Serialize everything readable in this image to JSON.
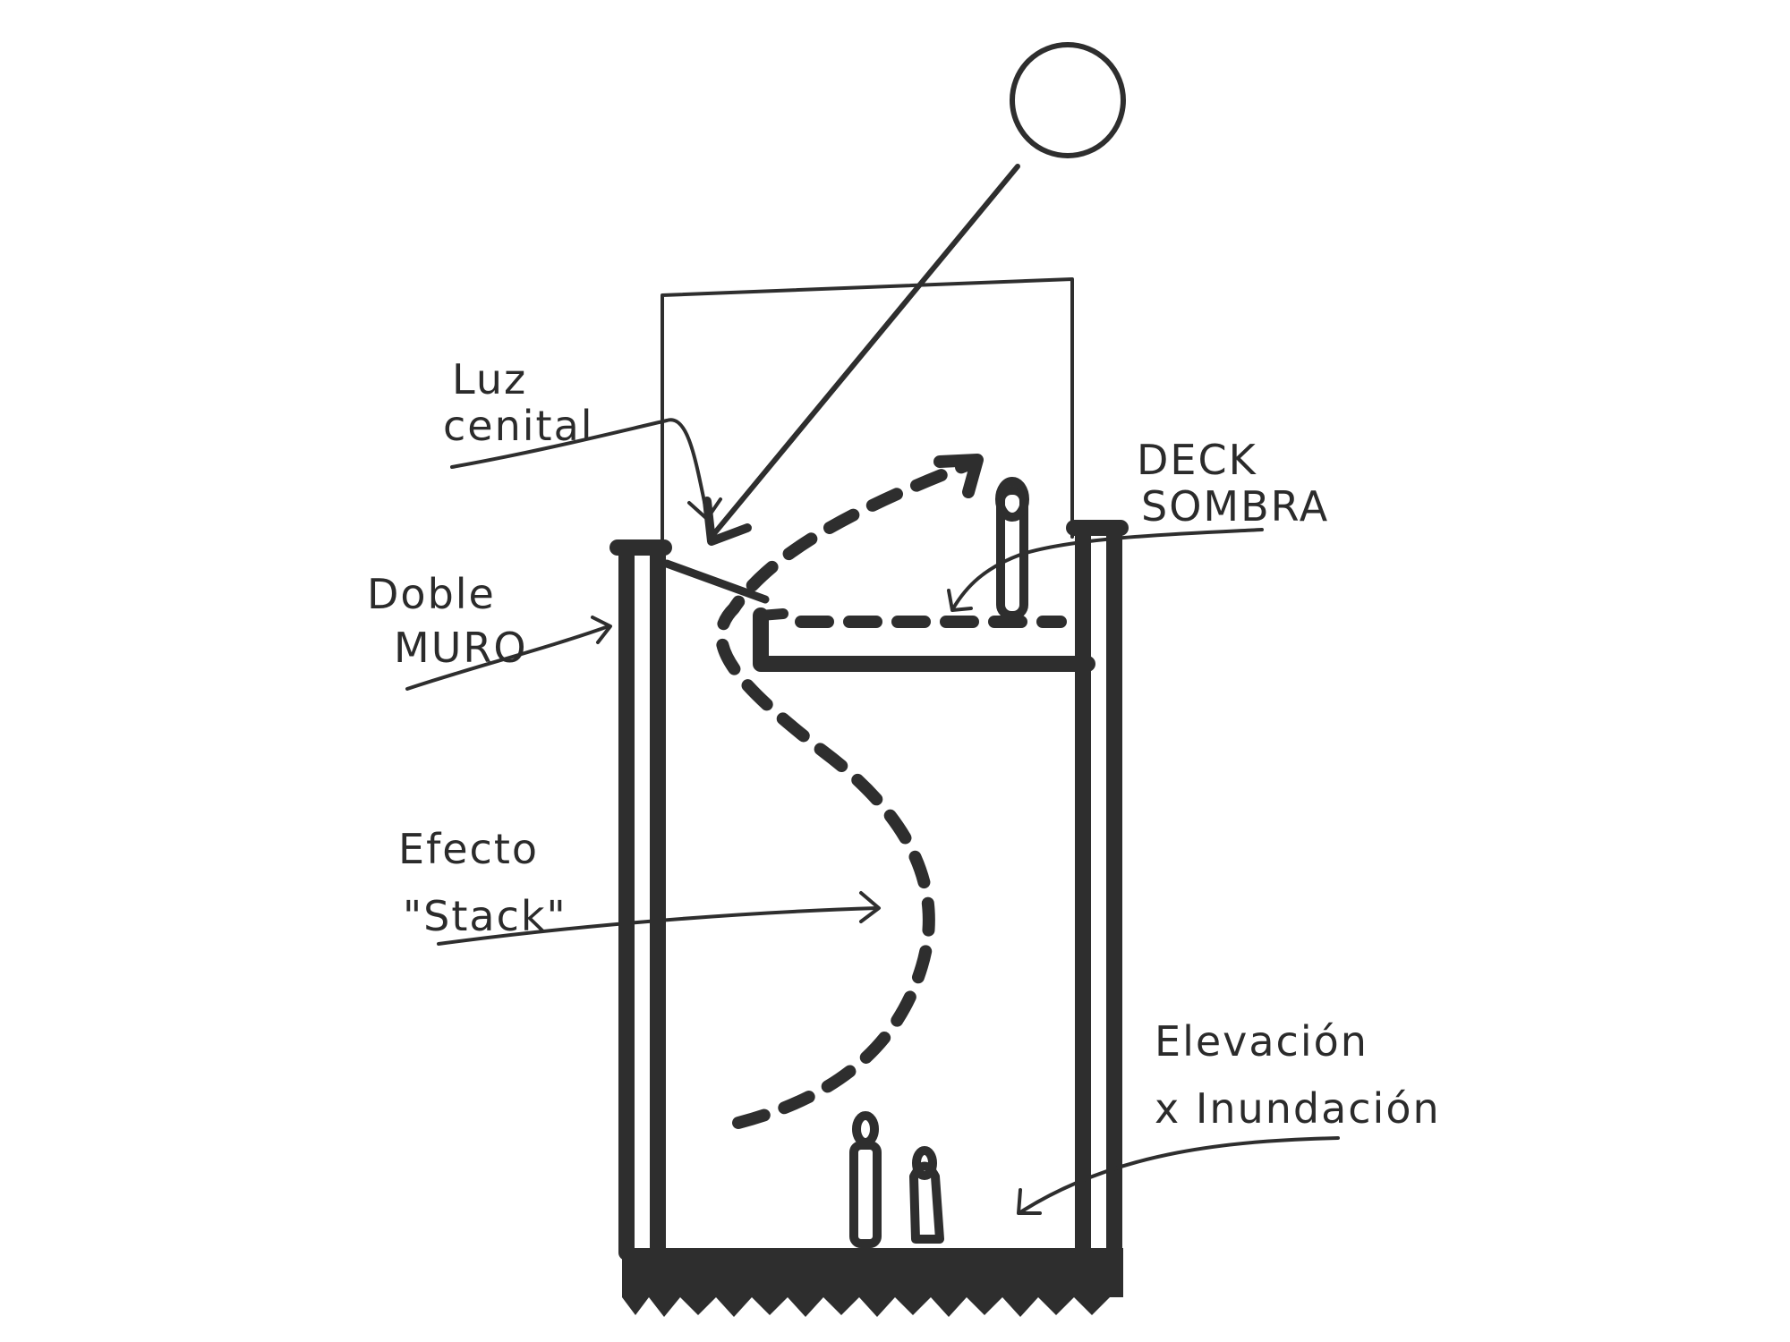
{
  "labels": {
    "luz_cenital_1": "Luz",
    "luz_cenital_2": "cenital",
    "deck_sombra_1": "DECK",
    "deck_sombra_2": "SOMBRA",
    "doble_muro_1": "Doble",
    "doble_muro_2": "MURO",
    "efecto_stack_1": "Efecto",
    "efecto_stack_2": "\"Stack\"",
    "elevacion_1": "Elevación",
    "elevacion_2": "x Inundación"
  },
  "colors": {
    "ink": "#2e2e2e",
    "paper": "#ffffff"
  },
  "icons": [
    "sun-icon",
    "person-icon"
  ]
}
